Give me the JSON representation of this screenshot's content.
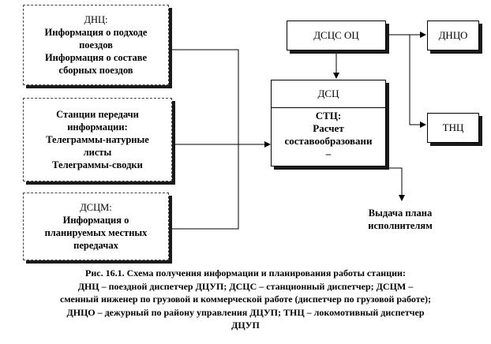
{
  "diagram": {
    "box_dnc": [
      "ДНЦ:",
      "Информация о подходе",
      "поездов",
      "Информация о составе",
      "сборных поездов"
    ],
    "box_stations": [
      "Станции передачи",
      "информации:",
      "Телеграммы-натурные",
      "листы",
      "Телеграммы-сводки"
    ],
    "box_dscm": [
      "ДСЦМ:",
      "Информация о",
      "планируемых местных",
      "передачах"
    ],
    "box_dscs_oc": "ДСЦС ОЦ",
    "box_dnco": "ДНЦО",
    "box_dsc": "ДСЦ",
    "box_stc": [
      "СТЦ:",
      "Расчет",
      "составообразовани",
      "–"
    ],
    "box_tnc": "ТНЦ",
    "output_label": [
      "Выдача плана",
      "исполнителям"
    ]
  },
  "caption": [
    "Рис. 16.1. Схема получения информации и планирования работы станции:",
    "ДНЦ – поездной диспетчер ДЦУП; ДСЦС – станционный диспетчер; ДСЦМ –",
    "сменный инженер по грузовой и коммерческой работе (диспетчер по грузовой работе);",
    "ДНЦО – дежурный по району управления ДЦУП; ТНЦ – локомотивный диспетчер",
    "ДЦУП"
  ]
}
